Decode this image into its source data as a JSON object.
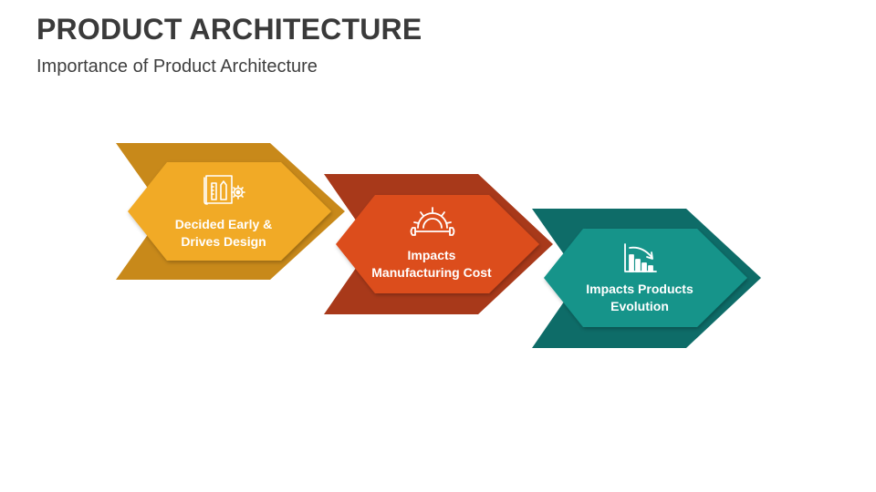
{
  "header": {
    "title": "PRODUCT ARCHITECTURE",
    "subtitle": "Importance of Product Architecture"
  },
  "steps": [
    {
      "line1": "Decided Early &",
      "line2": "Drives Design",
      "icon": "blueprint-gear-icon",
      "back_color": "#C8891A",
      "front_color": "#F1AA26"
    },
    {
      "line1": "Impacts",
      "line2": "Manufacturing Cost",
      "icon": "gear-wrench-icon",
      "back_color": "#A8391A",
      "front_color": "#DC4E1E"
    },
    {
      "line1": "Impacts Products",
      "line2": "Evolution",
      "icon": "declining-chart-icon",
      "back_color": "#0E6C68",
      "front_color": "#12948A"
    }
  ]
}
